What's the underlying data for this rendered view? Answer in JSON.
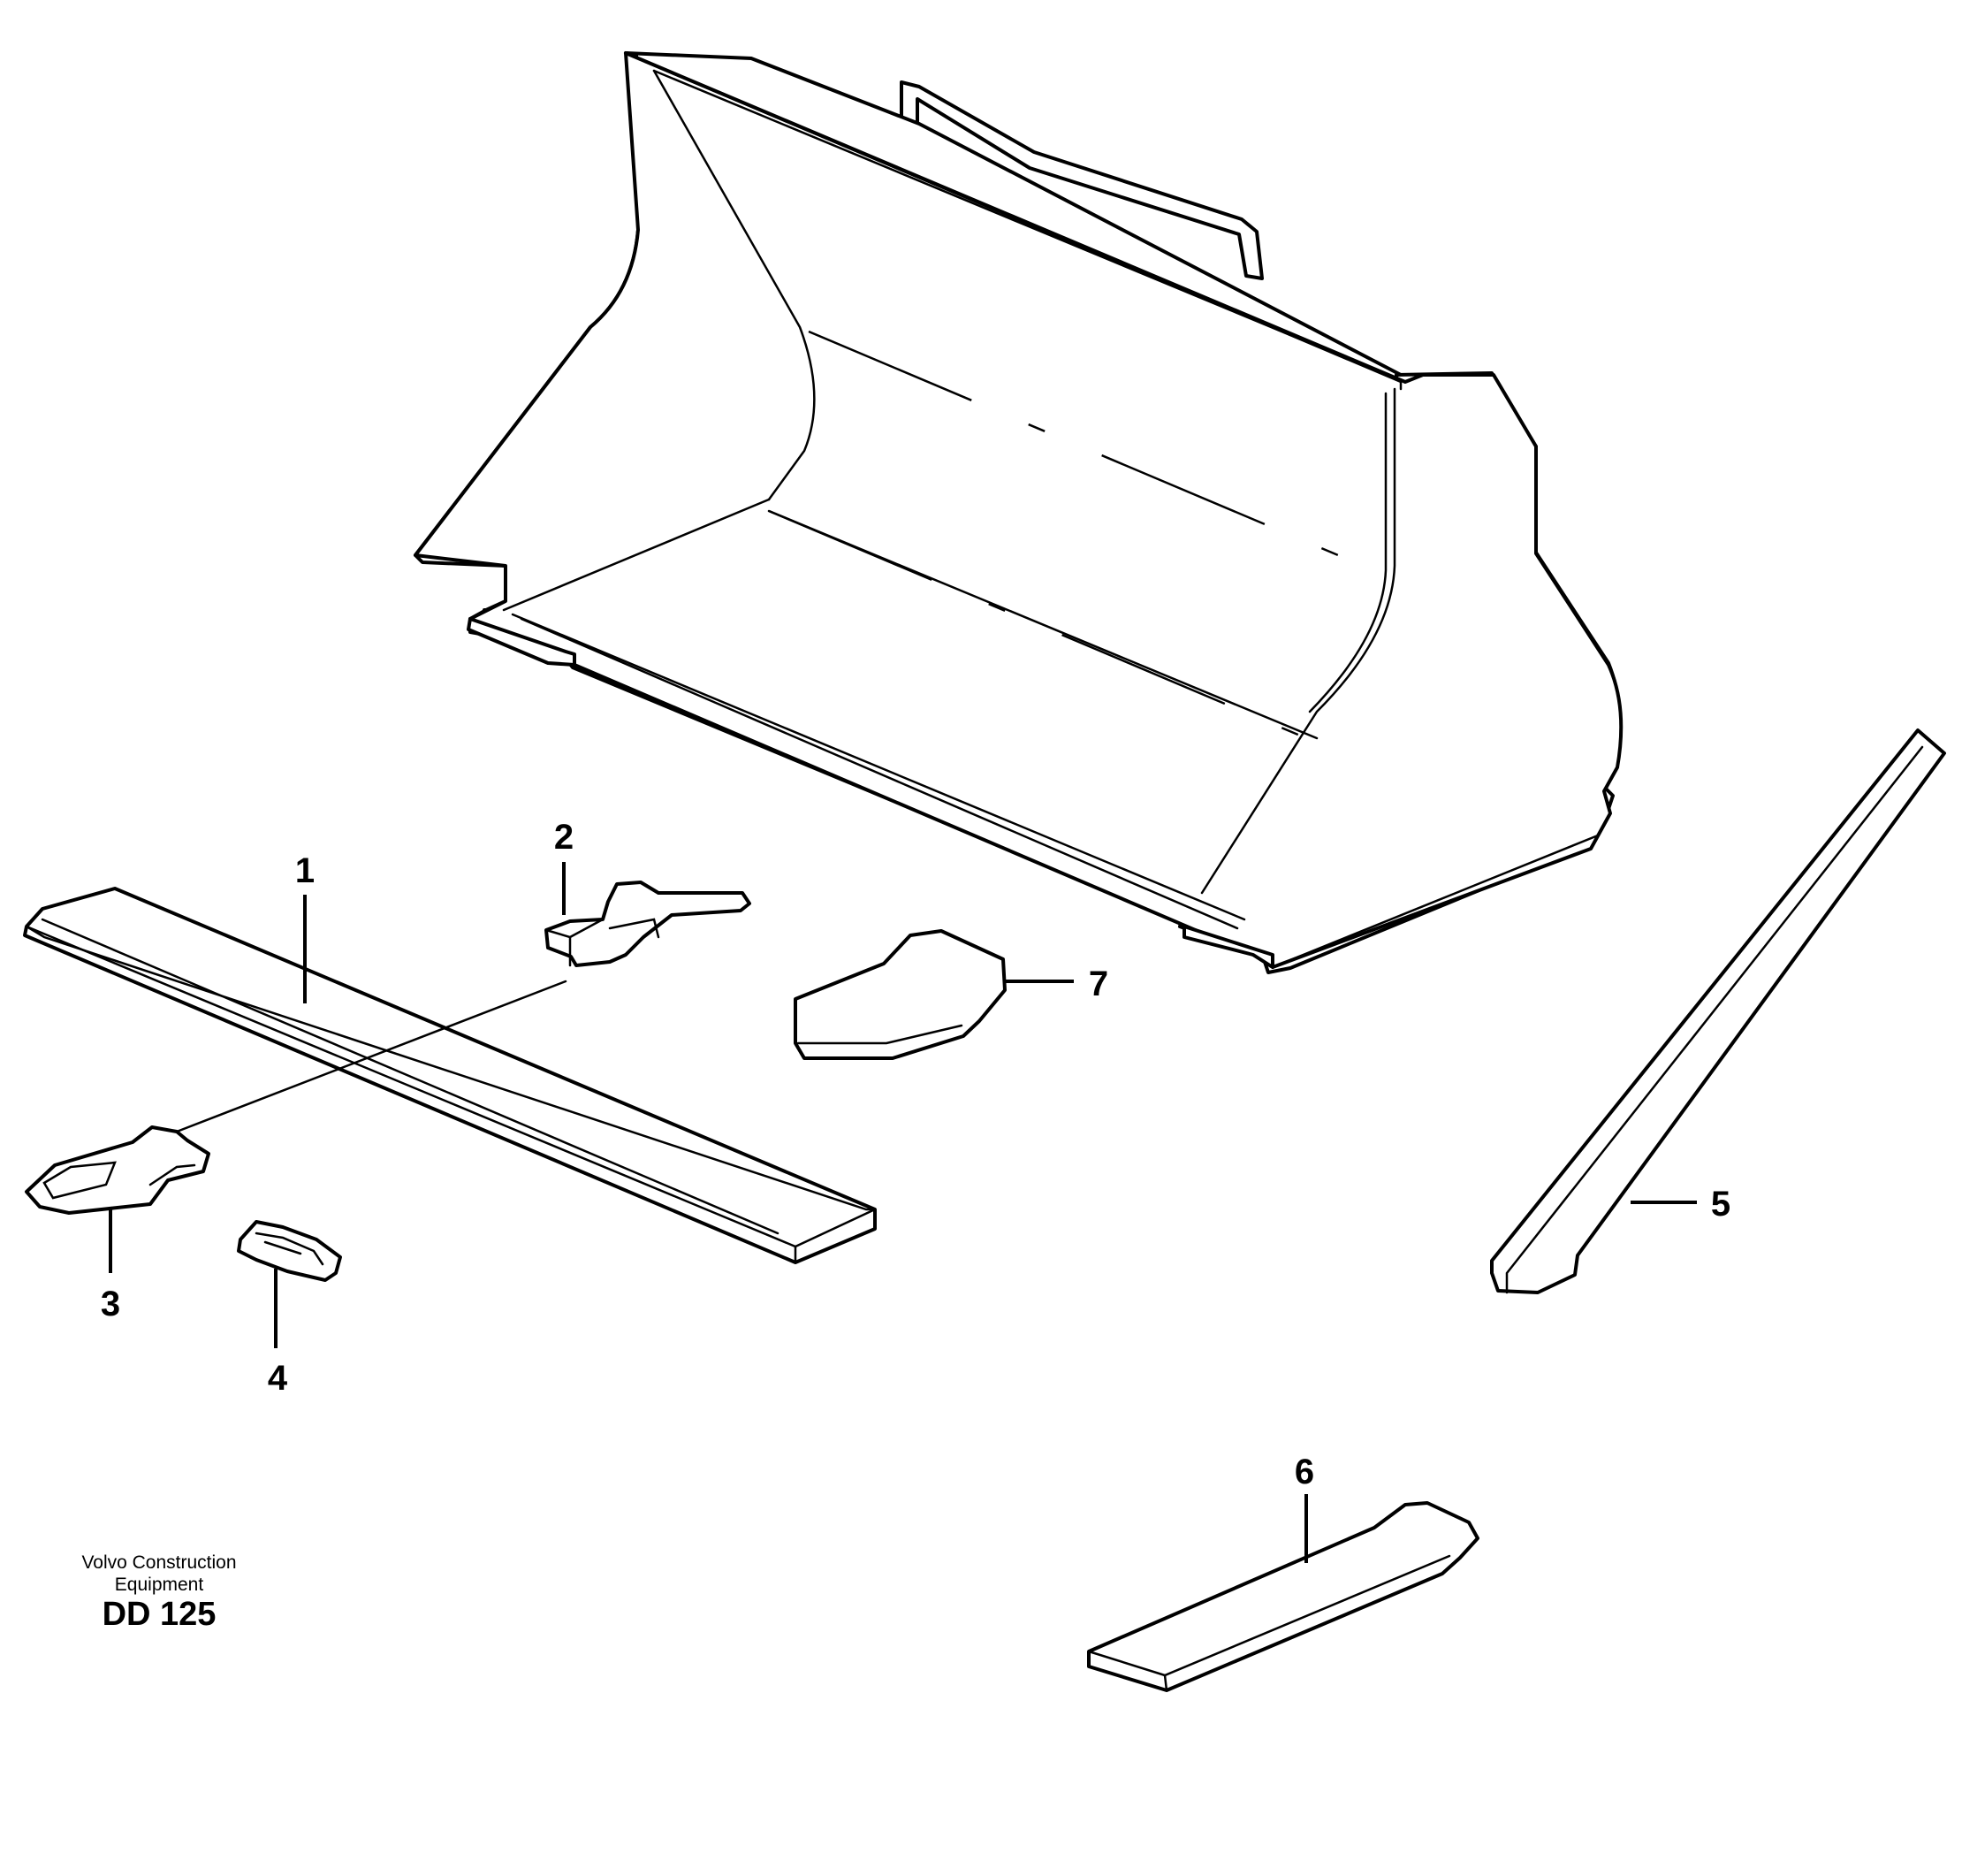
{
  "callouts": {
    "c1": "1",
    "c2": "2",
    "c3": "3",
    "c4": "4",
    "c5": "5",
    "c6": "6",
    "c7": "7"
  },
  "footer": {
    "company_line1": "Volvo Construction",
    "company_line2": "Equipment",
    "code": "DD 125"
  }
}
